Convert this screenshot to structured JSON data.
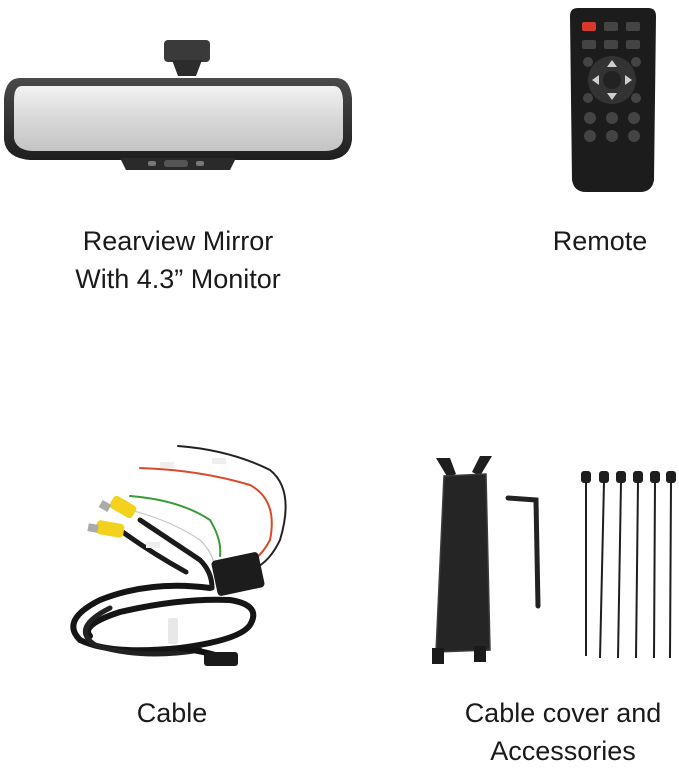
{
  "items": {
    "mirror": {
      "caption_line1": "Rearview Mirror",
      "caption_line2": "With 4.3” Monitor"
    },
    "remote": {
      "caption": "Remote"
    },
    "cable": {
      "caption": "Cable"
    },
    "accessories": {
      "caption_line1": "Cable cover and",
      "caption_line2": "Accessories"
    }
  },
  "icons": {
    "mirror": "rearview-mirror-image",
    "remote": "remote-control-image",
    "cable": "cable-harness-image",
    "accessories": "cable-cover-and-accessories-image"
  },
  "colors": {
    "background": "#ffffff",
    "text": "#1a1a1a",
    "device_dark": "#1c1c1c",
    "rca_yellow": "#f2d21c",
    "wire_red": "#d94a2a",
    "wire_green": "#3a9a3a"
  }
}
